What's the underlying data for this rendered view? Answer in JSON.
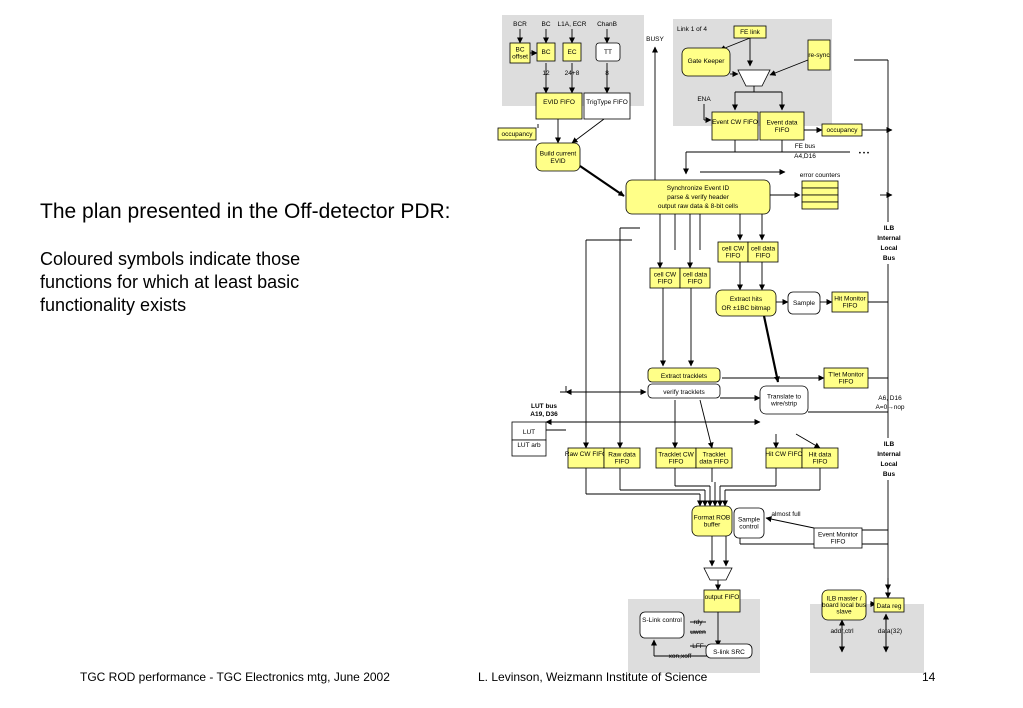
{
  "slide": {
    "heading": "The plan presented in the Off-detector PDR:",
    "body_lines": [
      "Coloured symbols indicate those",
      "functions for which at least basic",
      "functionality exists"
    ],
    "footer_left": "TGC ROD performance - TGC Electronics  mtg, June 2002",
    "footer_center": "L. Levinson, Weizmann Institute of Science",
    "page_number": "14"
  },
  "diagram": {
    "colors": {
      "functional": "#ffff88",
      "planned": "#ffffff",
      "group": "#dddddd"
    },
    "top_inputs": {
      "bcr": "BCR",
      "bc": "BC",
      "l1a": "L1A, ECR",
      "chanb": "ChanB"
    },
    "bc_offset": "BC offset",
    "bc": "BC",
    "ec": "EC",
    "tt": "TT",
    "w12": "12",
    "w24": "24+8",
    "w8": "8",
    "evid_fifo": "EVID FIFO",
    "trigtype_fifo": "TrigType FIFO",
    "occupancy_left": "occupancy",
    "build_evid": "Build current EVID",
    "busy": "BUSY",
    "link_label": "Link 1 of 4",
    "fe_link": "FE link",
    "gate_keeper": "Gate Keeper",
    "resync": "re-sync",
    "ena": "ENA",
    "event_cw_fifo": "Event CW FIFO",
    "event_data_fifo": "Event data FIFO",
    "occupancy_right": "occupancy",
    "fe_bus": "FE bus",
    "fe_bus_width": "A4,D16",
    "dots": "• • •",
    "error_counters": "error counters",
    "sync_l1": "Synchronize Event ID",
    "sync_l2": "parse & verify header",
    "sync_l3": "output raw data & 8-bit cells",
    "ilb_top": [
      "ILB",
      "Internal",
      "Local",
      "Bus"
    ],
    "cell_cw_fifo_a": "cell CW FIFO",
    "cell_data_fifo_a": "cell data FIFO",
    "cell_cw_fifo_b": "cell CW FIFO",
    "cell_data_fifo_b": "cell data FIFO",
    "extract_hits_l1": "Extract hits",
    "extract_hits_l2": "OR ±1BC bitmap",
    "sample_top": "Sample",
    "hit_monitor_fifo": "Hit Monitor FIFO",
    "extract_tracklets": "Extract tracklets",
    "verify_tracklets": "verify tracklets",
    "tlet_monitor_fifo": "T'let Monitor FIFO",
    "lut_bus_l1": "LUT bus",
    "lut_bus_l2": "A19, D36",
    "lut": "LUT",
    "lut_arb": "LUT arb",
    "translate": "Translate to wire/strip",
    "a6d16": "A6, D16",
    "anop": "A=0→nop",
    "ilb_mid": [
      "ILB",
      "Internal",
      "Local",
      "Bus"
    ],
    "raw_cw_fifo": "Raw CW FIFO",
    "raw_data_fifo": "Raw data FIFO",
    "tracklet_cw_fifo": "Tracklet CW FIFO",
    "tracklet_data_fifo": "Tracklet data FIFO",
    "hit_cw_fifo": "Hit CW FIFO",
    "hit_data_fifo": "Hit data FIFO",
    "format_rob": "Format ROB buffer",
    "sample_control": "Sample control",
    "almost_full": "almost full",
    "event_monitor_fifo": "Event Monitor FIFO",
    "output_fifo": "output FIFO",
    "slink_control": "S-Link control",
    "rdy": "rdy",
    "uwen": "uwen",
    "lff": "LFF",
    "xon_xoff": "xon,xoff",
    "slink_src": "S-link SRC",
    "ilb_master": "ILB master / board local bus slave",
    "data_reg": "Data reg",
    "addr_ctrl": "addr,ctrl",
    "data32": "data(32)"
  }
}
